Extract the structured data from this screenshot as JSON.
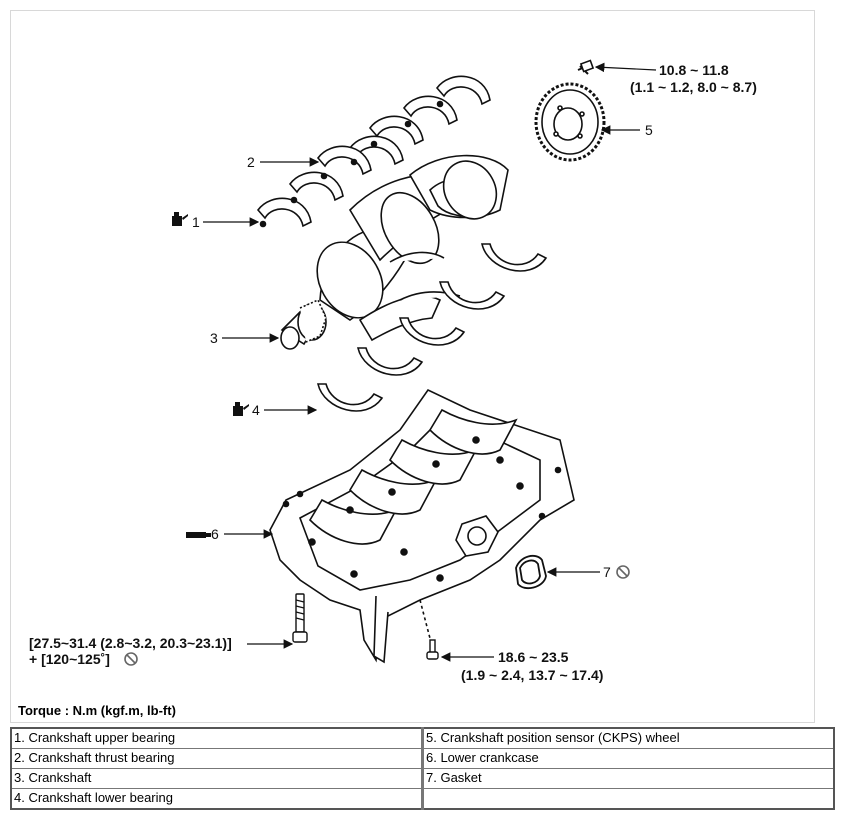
{
  "callouts": {
    "c1": "1",
    "c2": "2",
    "c3": "3",
    "c4": "4",
    "c5": "5",
    "c6": "6",
    "c7": "7"
  },
  "torques": {
    "ckps_bolt_line1": "10.8 ~ 11.8",
    "ckps_bolt_line2": "(1.1 ~ 1.2, 8.0 ~ 8.7)",
    "main_bolt_line1": "[27.5~31.4 (2.8~3.2, 20.3~23.1)]",
    "main_bolt_line2": "+ [120~125˚]",
    "crankcase_bolt_line1": "18.6 ~ 23.5",
    "crankcase_bolt_line2": "(1.9 ~ 2.4, 13.7 ~ 17.4)"
  },
  "torque_note": "Torque : N.m (kgf.m, lb-ft)",
  "legend": {
    "left": [
      "1. Crankshaft upper bearing",
      "2. Crankshaft thrust bearing",
      "3. Crankshaft",
      "4. Crankshaft lower bearing"
    ],
    "right": [
      "5. Crankshaft position sensor (CKPS) wheel",
      "6. Lower crankcase",
      "7. Gasket",
      ""
    ]
  },
  "icons": {
    "oil_can": "oil-can-icon",
    "no_reuse": "do-not-reuse-icon",
    "sealant": "sealant-tube-icon"
  }
}
